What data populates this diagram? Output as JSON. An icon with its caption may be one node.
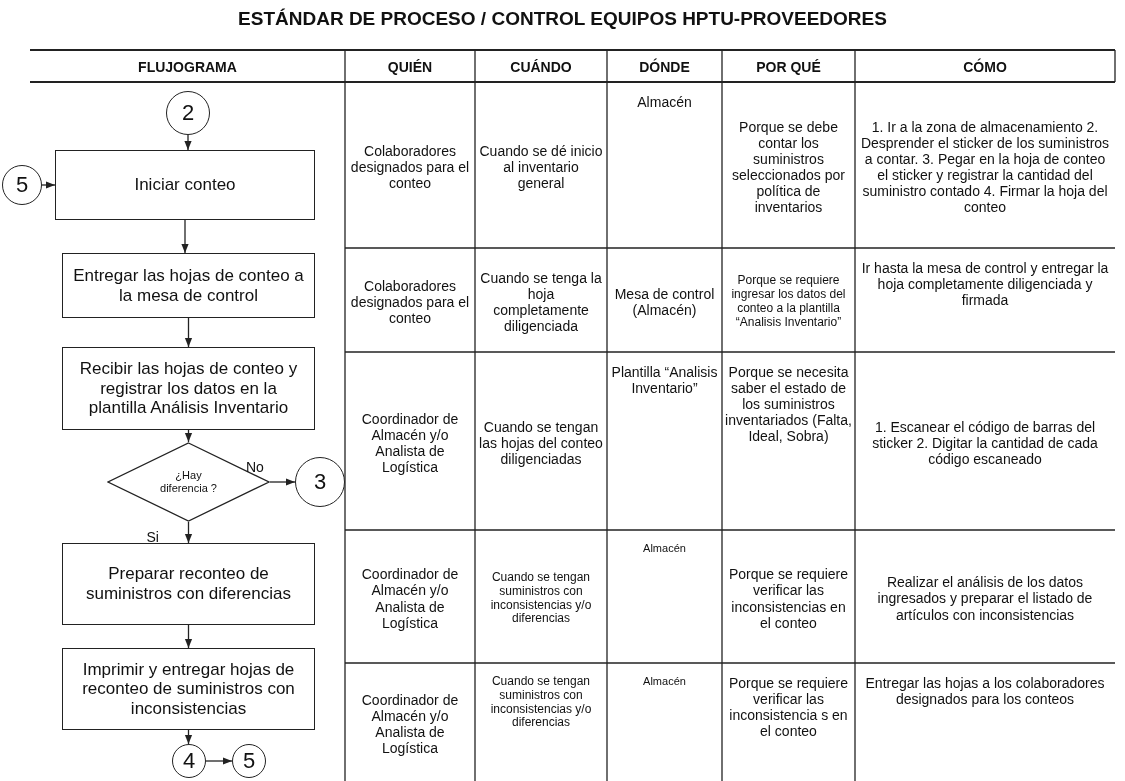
{
  "diagram": {
    "title": "ESTÁNDAR DE PROCESO / CONTROL EQUIPOS HPTU-PROVEEDORES",
    "nodes": [
      {
        "text": [
          "2"
        ]
      },
      {
        "text": [
          "5"
        ]
      },
      {
        "text": [
          "Iniciar conteo"
        ]
      },
      {
        "text": [
          "Entregar las hojas de conteo a la mesa de control"
        ]
      },
      {
        "text": [
          "Recibir las hojas de conteo y registrar los datos en la plantilla Análisis Inventario"
        ]
      },
      {
        "text": [
          "¿Hay diferencia ?"
        ]
      },
      {
        "text": [
          "3"
        ]
      },
      {
        "text": [
          "Preparar reconteo de suministros con diferencias"
        ]
      },
      {
        "text": [
          "Imprimir y entregar hojas de reconteo de suministros con inconsistencias"
        ]
      },
      {
        "text": [
          "4"
        ]
      },
      {
        "text": [
          "5"
        ]
      }
    ],
    "edges": [
      {
        "from": 0,
        "to": 2,
        "arrow": "to"
      },
      {
        "from": 1,
        "to": 2,
        "arrow": "to"
      },
      {
        "from": 2,
        "to": 3,
        "arrow": "to"
      },
      {
        "from": 3,
        "to": 4,
        "arrow": "to"
      },
      {
        "from": 4,
        "to": 5,
        "arrow": "to"
      },
      {
        "from": 5,
        "to": 6,
        "arrow": "to",
        "label": "No"
      },
      {
        "from": 5,
        "to": 7,
        "arrow": "to",
        "label": "Si"
      },
      {
        "from": 7,
        "to": 8,
        "arrow": "to"
      },
      {
        "from": 8,
        "to": 9,
        "arrow": "to"
      },
      {
        "from": 9,
        "to": 10,
        "arrow": "to"
      }
    ],
    "labels": [
      "FLUJOGRAMA",
      "QUIÉN",
      "CUÁNDO",
      "DÓNDE",
      "POR QUÉ",
      "CÓMO",
      "Colaboradores designados para el conteo",
      "Cuando se dé inicio al inventario general",
      "Almacén",
      "Porque se debe contar los suministros seleccionados por política de inventarios",
      "1. Ir a la zona de almacenamiento 2. Desprender el sticker de los suministros a contar. 3. Pegar en la hoja de conteo el sticker y registrar la cantidad del suministro contado 4. Firmar la hoja del conteo",
      "Colaboradores designados para el conteo",
      "Cuando se tenga la hoja completamente diligenciada",
      "Mesa de control (Almacén)",
      "Porque se requiere ingresar los datos del conteo a la plantilla “Analisis Inventario”",
      "Ir hasta la mesa de control y entregar la hoja completamente diligenciada y firmada",
      "Coordinador de Almacén y/o Analista de Logística",
      "Cuando se tengan las hojas del conteo diligenciadas",
      "Plantilla “Analisis Inventario”",
      "Porque se necesita saber el estado de los suministros inventariados (Falta, Ideal, Sobra)",
      "1. Escanear el código de barras del sticker 2. Digitar la cantidad de cada código escaneado",
      "Coordinador de Almacén y/o Analista de Logística",
      "Cuando se tengan suministros con inconsistencias y/o diferencias",
      "Almacén",
      "Porque se requiere verificar las inconsistencias en el conteo",
      "Realizar el análisis de los datos ingresados y preparar el listado de artículos con inconsistencias",
      "Coordinador de Almacén y/o Analista de Logística",
      "Cuando se tengan suministros con inconsistencias y/o diferencias",
      "Almacén",
      "Porque se requiere verificar las inconsistencia s en el conteo",
      "Entregar las hojas a los colaboradores designados para los conteos"
    ]
  }
}
